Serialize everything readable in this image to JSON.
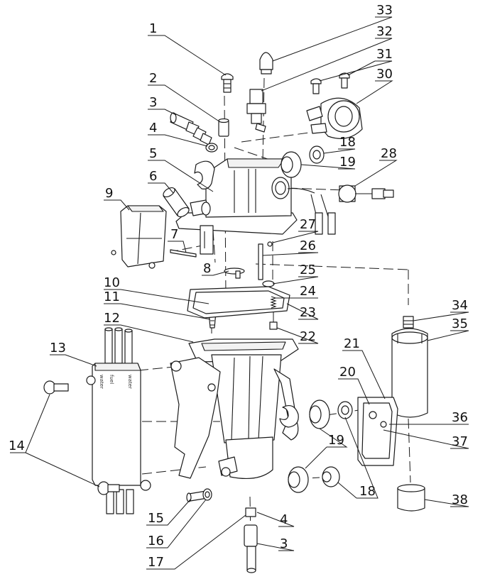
{
  "callouts": [
    {
      "id": "c1",
      "label": "1"
    },
    {
      "id": "c2",
      "label": "2"
    },
    {
      "id": "c3",
      "label": "3"
    },
    {
      "id": "c4",
      "label": "4"
    },
    {
      "id": "c5",
      "label": "5"
    },
    {
      "id": "c6",
      "label": "6"
    },
    {
      "id": "c7",
      "label": "7"
    },
    {
      "id": "c8",
      "label": "8"
    },
    {
      "id": "c9",
      "label": "9"
    },
    {
      "id": "c10",
      "label": "10"
    },
    {
      "id": "c11",
      "label": "11"
    },
    {
      "id": "c12",
      "label": "12"
    },
    {
      "id": "c13",
      "label": "13"
    },
    {
      "id": "c14",
      "label": "14"
    },
    {
      "id": "c15",
      "label": "15"
    },
    {
      "id": "c16",
      "label": "16"
    },
    {
      "id": "c17",
      "label": "17"
    },
    {
      "id": "c18a",
      "label": "18"
    },
    {
      "id": "c18b",
      "label": "18"
    },
    {
      "id": "c19a",
      "label": "19"
    },
    {
      "id": "c19b",
      "label": "19"
    },
    {
      "id": "c20",
      "label": "20"
    },
    {
      "id": "c21",
      "label": "21"
    },
    {
      "id": "c22",
      "label": "22"
    },
    {
      "id": "c23",
      "label": "23"
    },
    {
      "id": "c24",
      "label": "24"
    },
    {
      "id": "c25",
      "label": "25"
    },
    {
      "id": "c26",
      "label": "26"
    },
    {
      "id": "c27",
      "label": "27"
    },
    {
      "id": "c28",
      "label": "28"
    },
    {
      "id": "c30",
      "label": "30"
    },
    {
      "id": "c31",
      "label": "31"
    },
    {
      "id": "c32",
      "label": "32"
    },
    {
      "id": "c33",
      "label": "33"
    },
    {
      "id": "c34",
      "label": "34"
    },
    {
      "id": "c35",
      "label": "35"
    },
    {
      "id": "c36",
      "label": "36"
    },
    {
      "id": "c37",
      "label": "37"
    },
    {
      "id": "c38",
      "label": "38"
    },
    {
      "id": "c3b",
      "label": "3"
    },
    {
      "id": "c4b",
      "label": "4"
    }
  ],
  "manifold_labels": {
    "water": "water",
    "fuel": "fuel"
  }
}
